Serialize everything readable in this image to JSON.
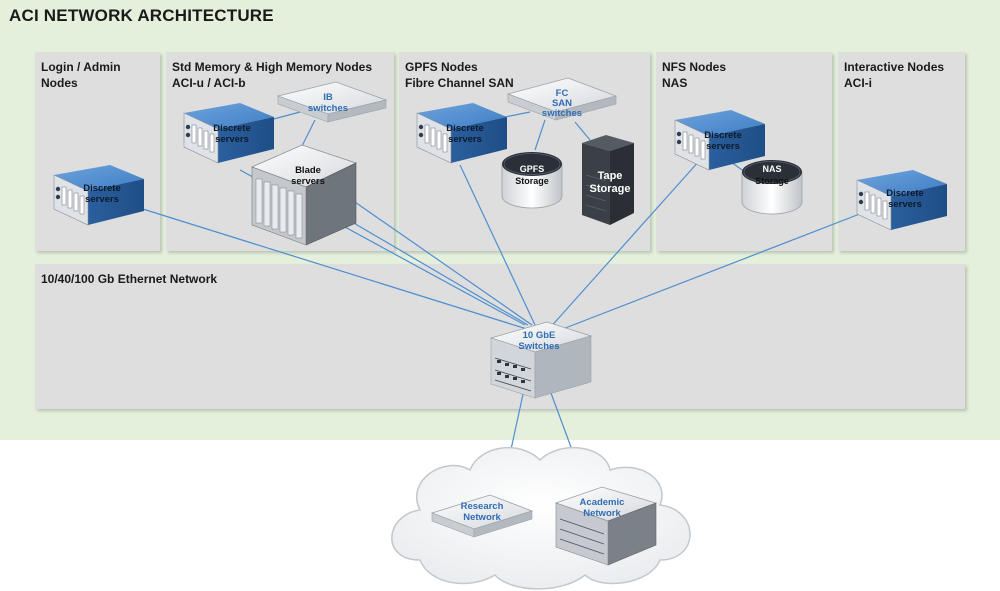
{
  "title": "ACI NETWORK ARCHITECTURE",
  "panels": [
    {
      "id": "login",
      "lines": [
        "Login / Admin",
        "Nodes"
      ]
    },
    {
      "id": "memory",
      "lines": [
        "Std Memory & High Memory Nodes",
        "ACI-u / ACI-b"
      ]
    },
    {
      "id": "gpfs",
      "lines": [
        "GPFS Nodes",
        "Fibre Channel SAN"
      ]
    },
    {
      "id": "nfs",
      "lines": [
        "NFS Nodes",
        "NAS"
      ]
    },
    {
      "id": "interactive",
      "lines": [
        "Interactive Nodes",
        "ACI-i"
      ]
    },
    {
      "id": "ethernet",
      "lines": [
        "10/40/100 Gb Ethernet Network"
      ]
    }
  ],
  "devices": {
    "discrete_servers": [
      "Discrete",
      "servers"
    ],
    "ib_switches": [
      "IB",
      "switches"
    ],
    "blade_servers": [
      "Blade",
      "servers"
    ],
    "fc_san_switches": [
      "FC",
      "SAN",
      "switches"
    ],
    "gpfs_storage": [
      "GPFS",
      "Storage"
    ],
    "tape_storage": [
      "Tape",
      "Storage"
    ],
    "nas_storage": [
      "NAS",
      "Storage"
    ],
    "core_switches": [
      "10 GbE",
      "Switches"
    ],
    "research_network": [
      "Research",
      "Network"
    ],
    "academic_network": [
      "Academic",
      "Network"
    ]
  },
  "colors": {
    "background_zone": "#e4efdc",
    "panel": "#dedede",
    "server_blue": "#2f6db3",
    "link_line": "#4f8fd0",
    "device_label_blue": "#2f6db3"
  }
}
